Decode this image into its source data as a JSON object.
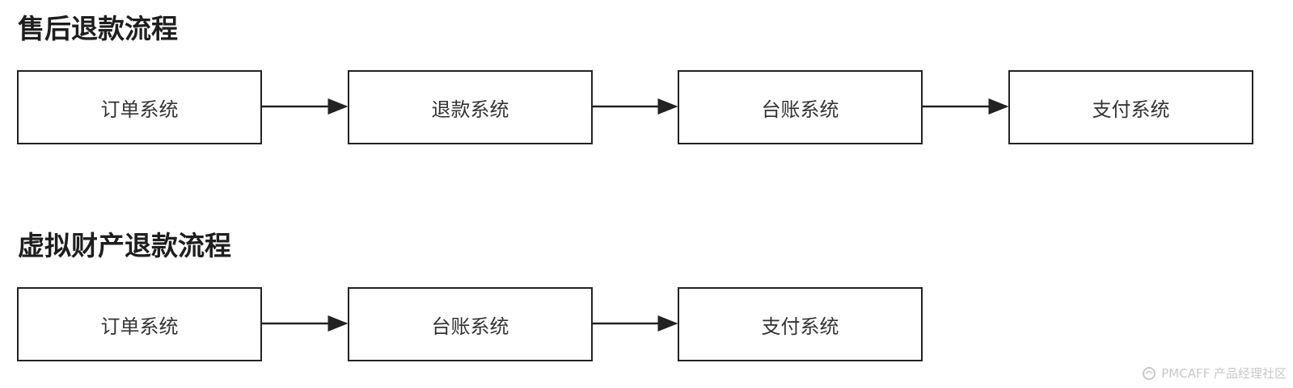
{
  "flows": [
    {
      "title": "售后退款流程",
      "nodes": [
        "订单系统",
        "退款系统",
        "台账系统",
        "支付系统"
      ]
    },
    {
      "title": "虚拟财产退款流程",
      "nodes": [
        "订单系统",
        "台账系统",
        "支付系统"
      ]
    }
  ],
  "watermark": {
    "text": "PMCAFF 产品经理社区",
    "icon": "pmcaff-logo-icon"
  },
  "colors": {
    "stroke": "#222222",
    "background": "#ffffff",
    "watermark": "#c8c8c8"
  }
}
